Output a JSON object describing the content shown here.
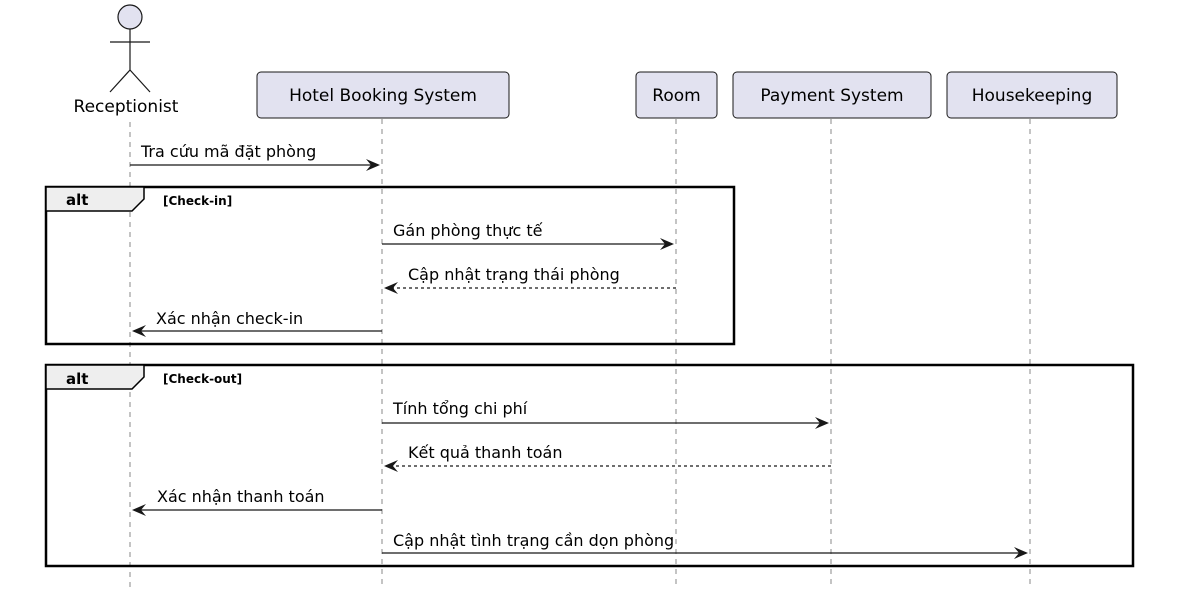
{
  "participants": [
    {
      "id": "receptionist",
      "label": "Receptionist",
      "kind": "actor"
    },
    {
      "id": "hbs",
      "label": "Hotel Booking System",
      "kind": "participant"
    },
    {
      "id": "room",
      "label": "Room",
      "kind": "participant"
    },
    {
      "id": "payment",
      "label": "Payment System",
      "kind": "participant"
    },
    {
      "id": "housekeeping",
      "label": "Housekeeping",
      "kind": "participant"
    }
  ],
  "messages": [
    {
      "from": "receptionist",
      "to": "hbs",
      "text": "Tra cứu mã đặt phòng",
      "style": "solid"
    },
    {
      "from": "hbs",
      "to": "room",
      "text": "Gán phòng thực tế",
      "style": "solid"
    },
    {
      "from": "room",
      "to": "hbs",
      "text": "Cập nhật trạng thái phòng",
      "style": "dashed"
    },
    {
      "from": "hbs",
      "to": "receptionist",
      "text": "Xác nhận check-in",
      "style": "solid"
    },
    {
      "from": "hbs",
      "to": "payment",
      "text": "Tính tổng chi phí",
      "style": "solid"
    },
    {
      "from": "payment",
      "to": "hbs",
      "text": "Kết quả thanh toán",
      "style": "dashed"
    },
    {
      "from": "hbs",
      "to": "receptionist",
      "text": "Xác nhận thanh toán",
      "style": "solid"
    },
    {
      "from": "hbs",
      "to": "housekeeping",
      "text": "Cập nhật tình trạng cần dọn phòng",
      "style": "solid"
    }
  ],
  "fragments": [
    {
      "keyword": "alt",
      "guard": "[Check-in]",
      "first_message": 1,
      "last_message": 3
    },
    {
      "keyword": "alt",
      "guard": "[Check-out]",
      "first_message": 4,
      "last_message": 7
    }
  ]
}
